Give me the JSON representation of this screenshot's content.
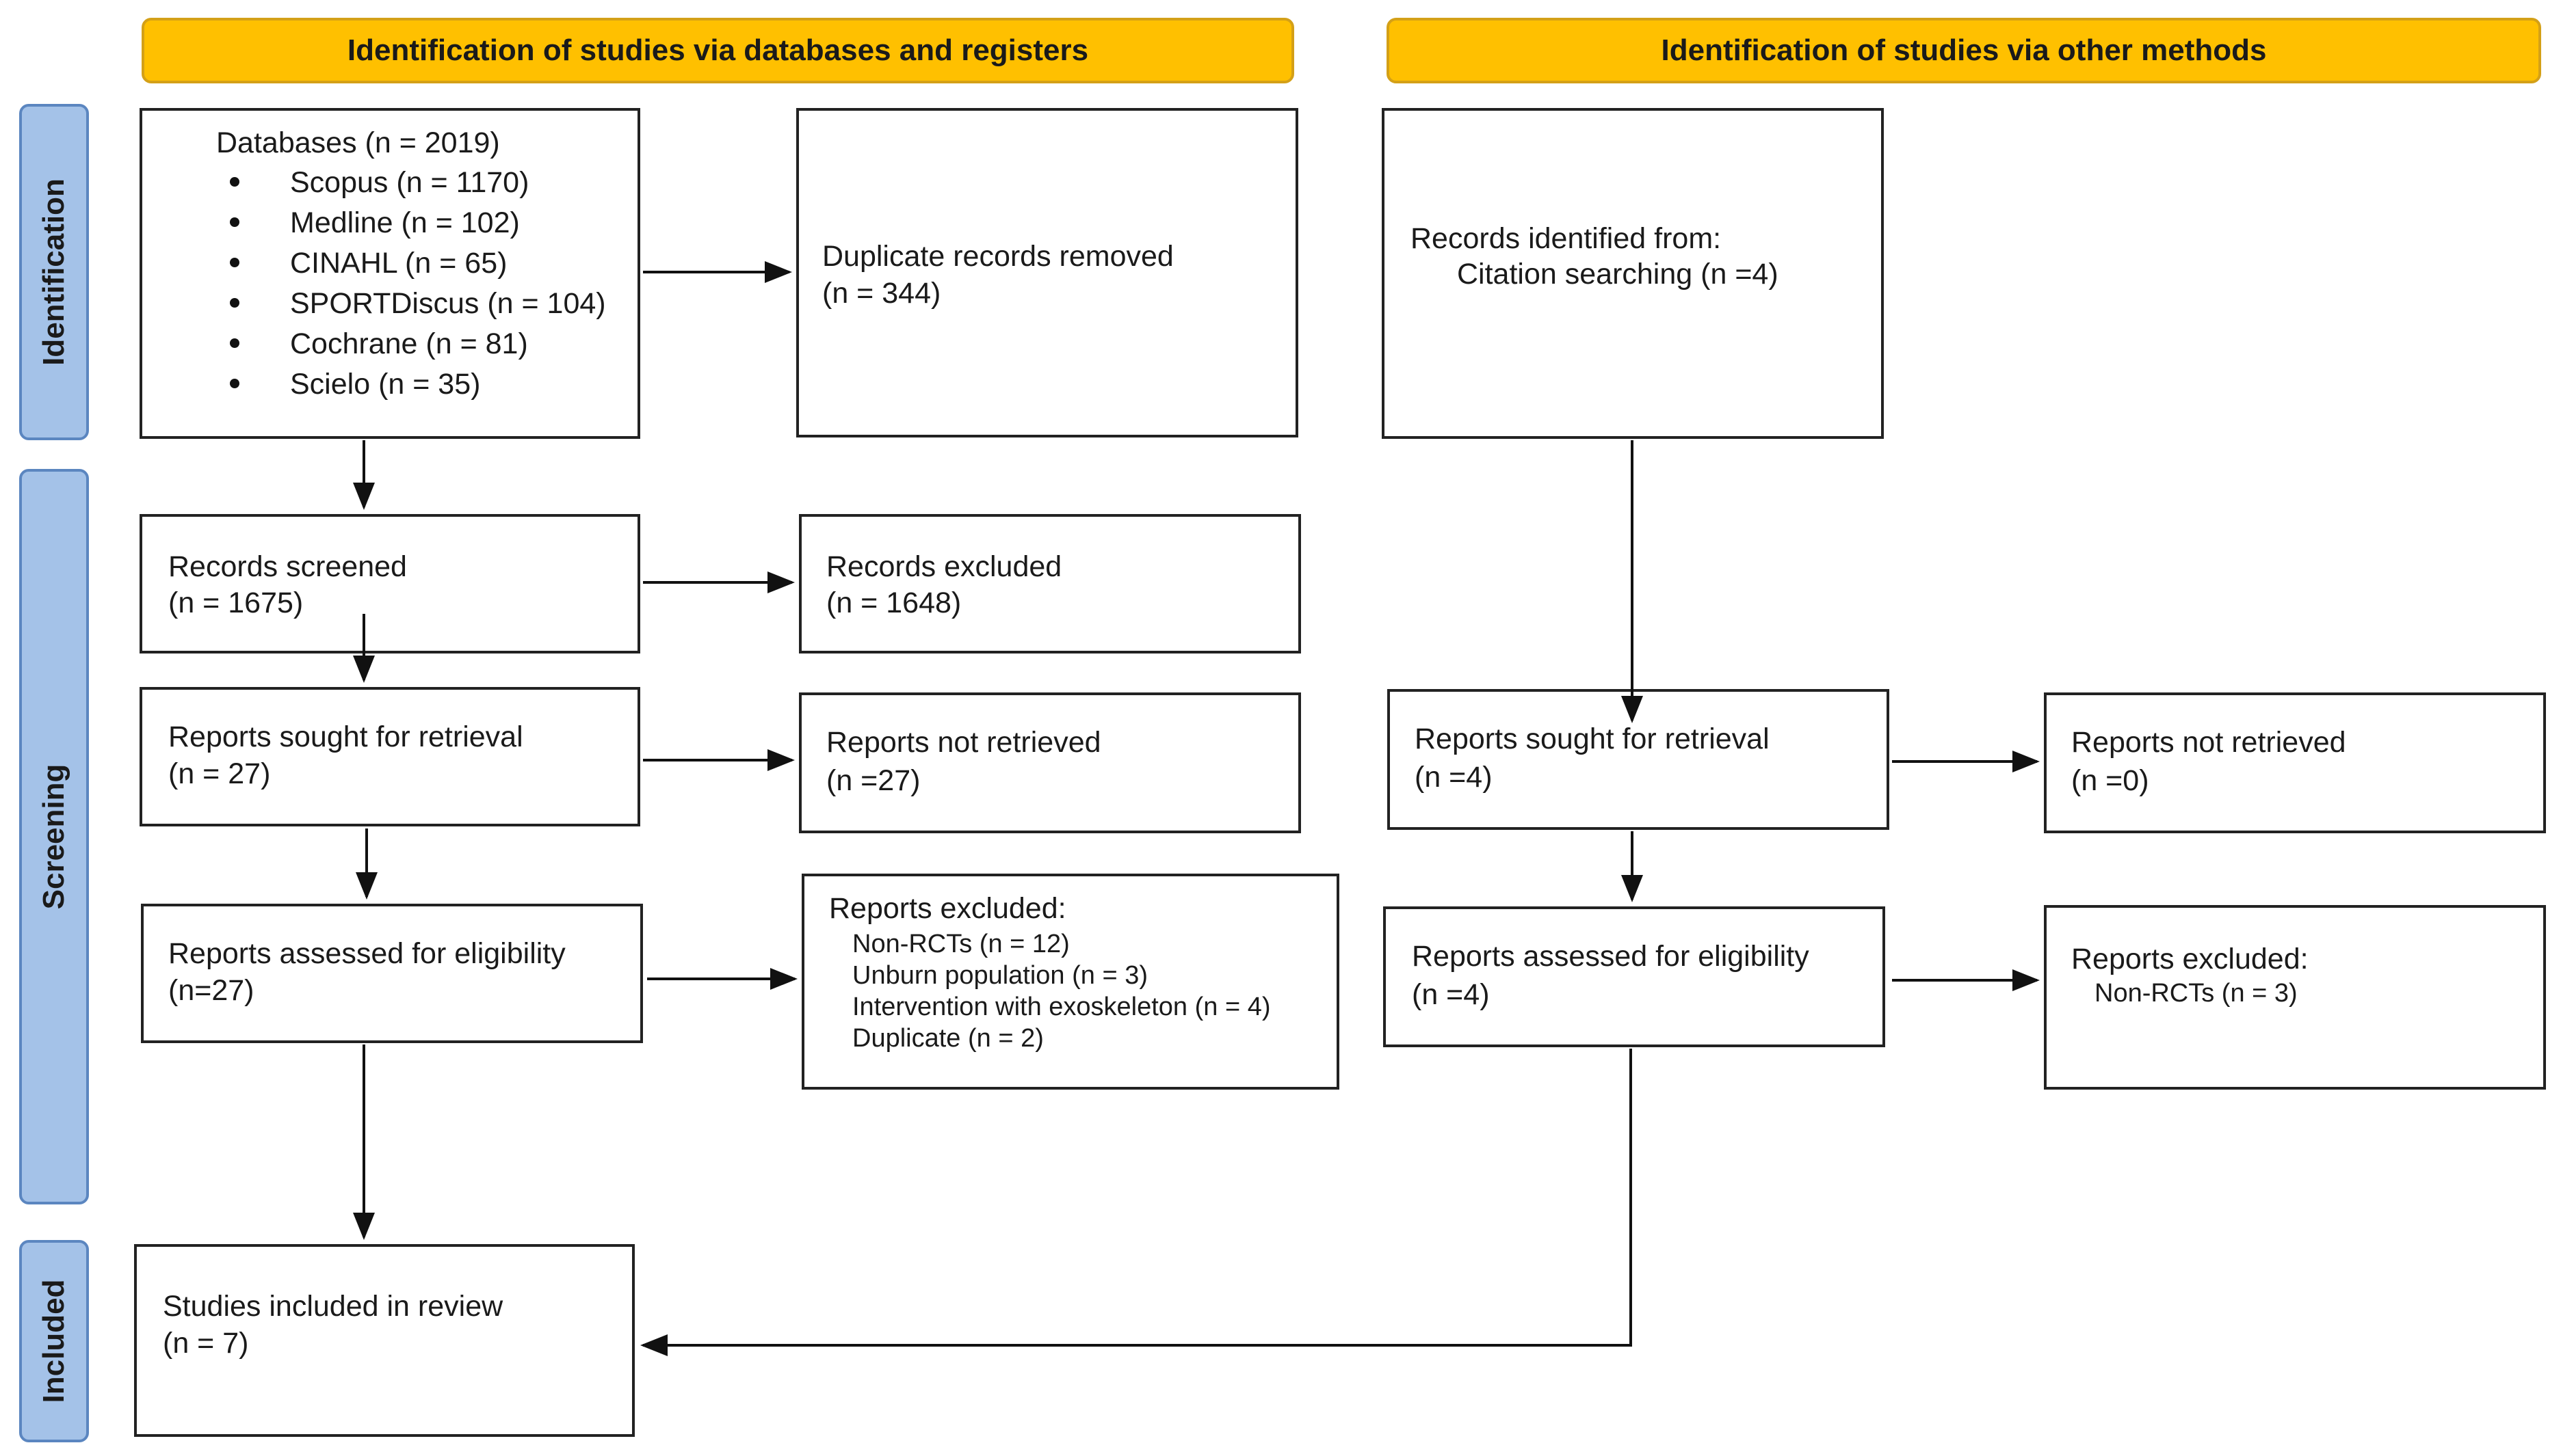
{
  "headers": {
    "databases": "Identification of studies via databases and registers",
    "other": "Identification of studies via other methods"
  },
  "phases": {
    "identification": "Identification",
    "screening": "Screening",
    "included": "Included"
  },
  "left": {
    "databases_title": "Databases (n = 2019)",
    "databases_list": [
      "Scopus (n = 1170)",
      "Medline (n = 102)",
      "CINAHL (n = 65)",
      "SPORTDiscus (n = 104)",
      "Cochrane (n = 81)",
      "Scielo (n = 35)"
    ],
    "duplicates": {
      "line1": "Duplicate records removed",
      "line2": "(n = 344)"
    },
    "screened": {
      "line1": "Records screened",
      "line2": "(n = 1675)"
    },
    "records_excluded": {
      "line1": "Records excluded",
      "line2": "(n = 1648)"
    },
    "sought": {
      "line1": "Reports sought for retrieval",
      "line2": "(n = 27)"
    },
    "not_retrieved": {
      "line1": "Reports not retrieved",
      "line2": "(n =27)"
    },
    "assessed": {
      "line1": "Reports assessed for eligibility",
      "line2": "(n=27)"
    },
    "reports_excluded": {
      "title": "Reports excluded:",
      "items": [
        "Non-RCTs (n = 12)",
        "Unburn population (n = 3)",
        "Intervention with exoskeleton (n = 4)",
        "Duplicate (n = 2)"
      ]
    },
    "included": {
      "line1": "Studies included in review",
      "line2": "(n = 7)"
    }
  },
  "right": {
    "identified": {
      "line1": "Records identified from:",
      "line2": "Citation searching (n =4)"
    },
    "sought": {
      "line1": "Reports sought for retrieval",
      "line2": "(n =4)"
    },
    "not_retrieved": {
      "line1": "Reports not retrieved",
      "line2": "(n =0)"
    },
    "assessed": {
      "line1": "Reports assessed for eligibility",
      "line2": "(n =4)"
    },
    "reports_excluded": {
      "title": "Reports excluded:",
      "item": "Non-RCTs (n = 3)"
    }
  },
  "colors": {
    "header_fill": "#ffc000",
    "phase_fill": "#a4c2e8",
    "box_border": "#222222"
  }
}
